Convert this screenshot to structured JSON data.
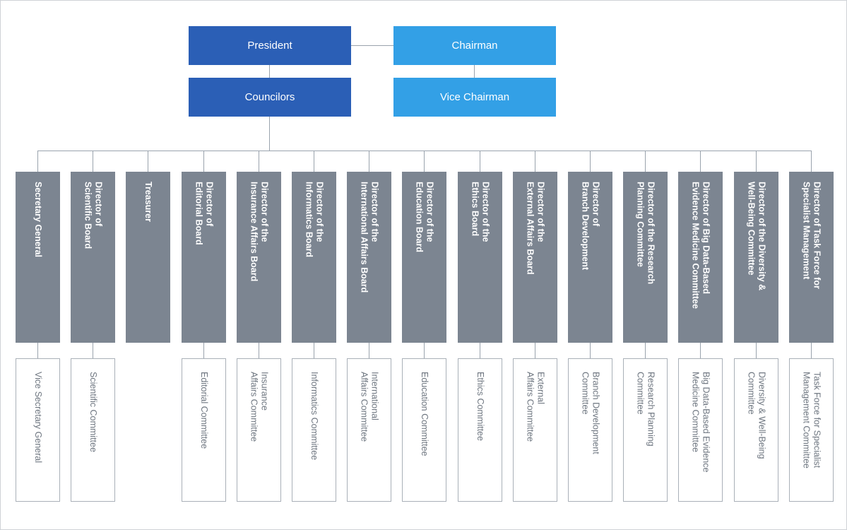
{
  "top": {
    "president": "President",
    "chairman": "Chairman",
    "councilors": "Councilors",
    "vice_chairman": "Vice Chairman"
  },
  "directors": [
    "Secretary General",
    "Director of\nScientific Board",
    "Treasurer",
    "Director of\nEditorial Board",
    "Director of the\nInsurance Affairs Board",
    "Director of the\nInformatics Board",
    "Director of the\nInternational Affairs Board",
    "Director of the\nEducation Board",
    "Director of the\nEthics Board",
    "Director of the\nExternal Affairs Board",
    "Director of\nBranch Development",
    "Director of the Research\nPlanning Committee",
    "Director of Big Data-Based\nEvidence Medicine Committee",
    "Director of the Diversity &\nWell-Being Committee",
    "Director of Task Force for\nSpecialist Management"
  ],
  "committees": [
    "Vice Secretary General",
    "Scientific Committee",
    null,
    "Editorial Committee",
    "Insurance\nAffairs Committee",
    "Informatics Committee",
    "International\nAffairs Committee",
    "Education Committee",
    "Ethics Committee",
    "External\nAffairs Committee",
    "Branch Development\nCommittee",
    "Research Planning\nCommittee",
    "Big Data-Based Evidence\nMedicine Committee",
    "Diversity & Well-Being\nCommittee",
    "Task Force for Specialist\nManagement Committee"
  ]
}
